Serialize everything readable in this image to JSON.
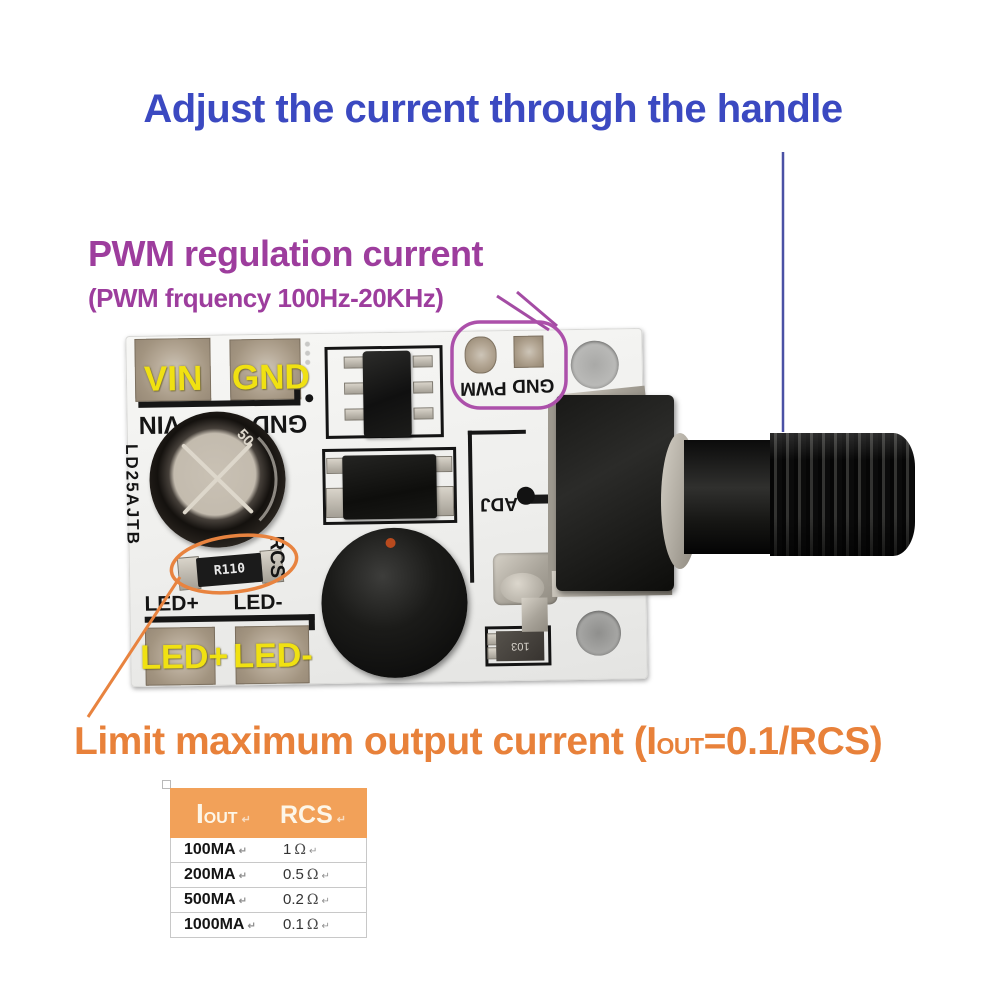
{
  "title": "Adjust the current through the handle",
  "pwm_callout": {
    "heading": "PWM regulation current",
    "subheading": "(PWM frquency 100Hz-20KHz)"
  },
  "limit_callout": {
    "prefix": "Limit maximum output current (",
    "symbol_main": "I",
    "symbol_sub": "OUT",
    "suffix": "=0.1/RCS)"
  },
  "board": {
    "pad_labels": {
      "vin": "VIN",
      "gnd": "GND",
      "led_plus": "LED+",
      "led_minus": "LED-"
    },
    "silkscreen": {
      "vin": "VIN",
      "gnd": "GND",
      "led_plus": "LED+",
      "led_minus": "LED-",
      "pwm": "PWM",
      "pwm_gnd": "GND",
      "adj": "ADJ",
      "rcs": "RCS",
      "part_code": "LD25AJTB",
      "cap_mark": "50"
    },
    "components": {
      "sense_resistor": "R110",
      "smd_code": "103"
    }
  },
  "table": {
    "header": {
      "iout_main": "I",
      "iout_sub": "OUT",
      "rcs": "RCS"
    },
    "return_mark": "↵",
    "rows": [
      {
        "iout": "100MA",
        "value": "1",
        "unit": "Ω"
      },
      {
        "iout": "200MA",
        "value": "0.5",
        "unit": "Ω"
      },
      {
        "iout": "500MA",
        "value": "0.2",
        "unit": "Ω"
      },
      {
        "iout": "1000MA",
        "value": "0.1",
        "unit": "Ω"
      }
    ]
  },
  "colors": {
    "title_blue": "#3b49c1",
    "callout_purple": "#9d3d9d",
    "callout_orange": "#e8813a",
    "table_header_orange": "#f2a159",
    "board_label_yellow": "#f0e112"
  },
  "chart_data": {
    "type": "table",
    "columns": [
      "IOUT",
      "RCS"
    ],
    "rows": [
      [
        "100MA",
        "1 Ω"
      ],
      [
        "200MA",
        "0.5 Ω"
      ],
      [
        "500MA",
        "0.2 Ω"
      ],
      [
        "1000MA",
        "0.1 Ω"
      ]
    ],
    "title": "Limit maximum output current (IOUT=0.1/RCS)"
  }
}
